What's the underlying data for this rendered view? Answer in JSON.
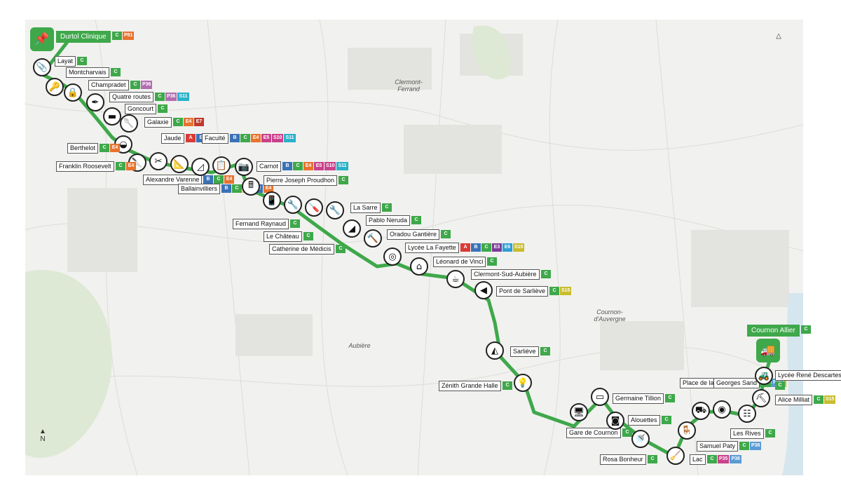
{
  "place_names": [
    {
      "id": "clermont",
      "text": "Clermont-\nFerrand"
    },
    {
      "id": "aubiere",
      "text": "Aubière"
    },
    {
      "id": "cournon",
      "text": "Cournon-\nd'Auvergne"
    }
  ],
  "north_label": "N",
  "line_color": "#3ea84a",
  "badge_colors": {
    "A": "#d93b35",
    "B": "#3a72b8",
    "C": "#3ea84a",
    "E1": "#e3a324",
    "E2": "#3a72b8",
    "E3": "#7b3d97",
    "E4": "#e8732e",
    "E5": "#c9418b",
    "E6": "#2c9ed8",
    "E7": "#c0392b",
    "S10": "#c9418b",
    "S11": "#2ab1c9",
    "S15": "#c9bc2c",
    "P36": "#b36db0",
    "P38": "#5a9bd5",
    "P35": "#c9418b",
    "P81": "#e8732e"
  },
  "terminals": [
    {
      "id": "durtol",
      "icon": "pushpin-icon",
      "glyph": "📌",
      "label": "Durtol Clinique",
      "badges": [
        "C",
        "P81"
      ]
    },
    {
      "id": "cournon-allier",
      "icon": "cement-mixer-truck-icon",
      "glyph": "🚚",
      "label": "Cournon Allier",
      "badges": [
        "C"
      ]
    }
  ],
  "stops": [
    {
      "id": "layat",
      "icon": "paperclip-icon",
      "glyph": "📎",
      "label": "Layat",
      "badges": [
        "C"
      ]
    },
    {
      "id": "montcharvais",
      "icon": "key-icon",
      "glyph": "🔑",
      "label": "Montcharvais",
      "badges": [
        "C"
      ]
    },
    {
      "id": "champradet",
      "icon": "padlock-icon",
      "glyph": "🔒",
      "label": "Champradet",
      "badges": [
        "C",
        "P36"
      ]
    },
    {
      "id": "quatre-routes",
      "icon": "pen-icon",
      "glyph": "✒",
      "label": "Quatre routes",
      "badges": [
        "C",
        "P36",
        "S11"
      ]
    },
    {
      "id": "goncourt",
      "icon": "stapler-icon",
      "glyph": "▬",
      "label": "Goncourt",
      "badges": [
        "C"
      ]
    },
    {
      "id": "galaxie",
      "icon": "spoon-icon",
      "glyph": "🥄",
      "label": "Galaxie",
      "badges": [
        "C",
        "E4",
        "E7"
      ]
    },
    {
      "id": "berthelot",
      "icon": "bowl-icon",
      "glyph": "◒",
      "label": "Berthelot",
      "badges": [
        "C",
        "E4"
      ]
    },
    {
      "id": "franklin",
      "icon": "knife-icon",
      "glyph": "🔪",
      "label": "Franklin Roosevelt",
      "badges": [
        "C",
        "E4"
      ]
    },
    {
      "id": "varenne",
      "icon": "scissors-icon",
      "glyph": "✂",
      "label": "Alexandre Varenne",
      "badges": [
        "B",
        "C",
        "E4"
      ]
    },
    {
      "id": "ballainvilliers",
      "icon": "compass-icon",
      "glyph": "📐",
      "label": "Ballainvilliers",
      "badges": [
        "B",
        "C",
        "E1",
        "E2",
        "E4"
      ]
    },
    {
      "id": "jaude",
      "icon": "set-square-icon",
      "glyph": "◿",
      "label": "Jaude",
      "badges": [
        "A",
        "B",
        "C",
        "E4"
      ]
    },
    {
      "id": "faculte",
      "icon": "notepad-icon",
      "glyph": "📋",
      "label": "Faculté",
      "badges": [
        "B",
        "C",
        "E4",
        "E5",
        "S10",
        "S11"
      ]
    },
    {
      "id": "carnot",
      "icon": "camera-icon",
      "glyph": "📷",
      "label": "Carnot",
      "badges": [
        "B",
        "C",
        "E4",
        "E5",
        "S10",
        "S11"
      ]
    },
    {
      "id": "proudhon",
      "icon": "calculator-icon",
      "glyph": "🖩",
      "label": "Pierre Joseph Proudhon",
      "badges": [
        "C"
      ]
    },
    {
      "id": "raynaud",
      "icon": "smartphone-icon",
      "glyph": "📱",
      "label": "Fernand Raynaud",
      "badges": [
        "C"
      ]
    },
    {
      "id": "chateau",
      "icon": "pliers-icon",
      "glyph": "🔧",
      "label": "Le Château",
      "badges": [
        "C"
      ]
    },
    {
      "id": "medicis",
      "icon": "screwdriver-icon",
      "glyph": "🪛",
      "label": "Catherine de Médicis",
      "badges": [
        "C"
      ]
    },
    {
      "id": "sarre",
      "icon": "wrench-icon",
      "glyph": "🔧",
      "label": "La Sarre",
      "badges": [
        "C"
      ]
    },
    {
      "id": "neruda",
      "icon": "trowel-icon",
      "glyph": "◢",
      "label": "Pablo Neruda",
      "badges": [
        "C"
      ]
    },
    {
      "id": "gantiere",
      "icon": "hammer-icon",
      "glyph": "🔨",
      "label": "Oradou Gantière",
      "badges": [
        "C"
      ]
    },
    {
      "id": "lafayette",
      "icon": "binoculars-icon",
      "glyph": "◎",
      "label": "Lycée La Fayette",
      "badges": [
        "A",
        "B",
        "C",
        "E3",
        "E6",
        "S15"
      ]
    },
    {
      "id": "vinci",
      "icon": "hanger-icon",
      "glyph": "⌂",
      "label": "Léonard de Vinci",
      "badges": [
        "C"
      ]
    },
    {
      "id": "sud-aubiere",
      "icon": "kettle-icon",
      "glyph": "☕",
      "label": "Clermont-Sud-Aubière",
      "badges": [
        "C"
      ]
    },
    {
      "id": "sarlieve-pont",
      "icon": "hair-dryer-icon",
      "glyph": "◀",
      "label": "Pont de Sarliève",
      "badges": [
        "C",
        "S15"
      ]
    },
    {
      "id": "sarlieve",
      "icon": "iron-icon",
      "glyph": "◭",
      "label": "Sarliève",
      "badges": [
        "C"
      ]
    },
    {
      "id": "zenith",
      "icon": "desk-lamp-icon",
      "glyph": "💡",
      "label": "Zénith Grande Halle",
      "badges": [
        "C"
      ]
    },
    {
      "id": "gare",
      "icon": "computer-icon",
      "glyph": "🖥",
      "label": "Gare de Cournon",
      "badges": [
        "C"
      ]
    },
    {
      "id": "tillion",
      "icon": "toaster-icon",
      "glyph": "▭",
      "label": "Germaine Tillion",
      "badges": [
        "C"
      ]
    },
    {
      "id": "alouettes",
      "icon": "bucket-icon",
      "glyph": "◙",
      "label": "Alouettes",
      "badges": [
        "C"
      ]
    },
    {
      "id": "bonheur",
      "icon": "watering-can-icon",
      "glyph": "🚿",
      "label": "Rosa Bonheur",
      "badges": [
        "C"
      ]
    },
    {
      "id": "lac",
      "icon": "broom-icon",
      "glyph": "🧹",
      "label": "Lac",
      "badges": [
        "C",
        "P35",
        "P38"
      ]
    },
    {
      "id": "paty",
      "icon": "chair-icon",
      "glyph": "🪑",
      "label": "Samuel Paty",
      "badges": [
        "C",
        "P38"
      ]
    },
    {
      "id": "republique",
      "icon": "wheelbarrow-icon",
      "glyph": "⛟",
      "label": "Place de la République",
      "badges": [
        "C",
        "P38",
        "S15"
      ]
    },
    {
      "id": "sand",
      "icon": "cement-mixer-icon",
      "glyph": "◉",
      "label": "Georges Sand",
      "badges": [
        "C",
        "P38"
      ]
    },
    {
      "id": "rives",
      "icon": "ladder-icon",
      "glyph": "☷",
      "label": "Les Rives",
      "badges": [
        "C"
      ]
    },
    {
      "id": "milliat",
      "icon": "excavator-icon",
      "glyph": "⛏",
      "label": "Alice Milliat",
      "badges": [
        "C",
        "S15"
      ]
    },
    {
      "id": "descartes",
      "icon": "tractor-icon",
      "glyph": "🚜",
      "label": "Lycée René Descartes",
      "badges": [
        "C"
      ]
    }
  ]
}
